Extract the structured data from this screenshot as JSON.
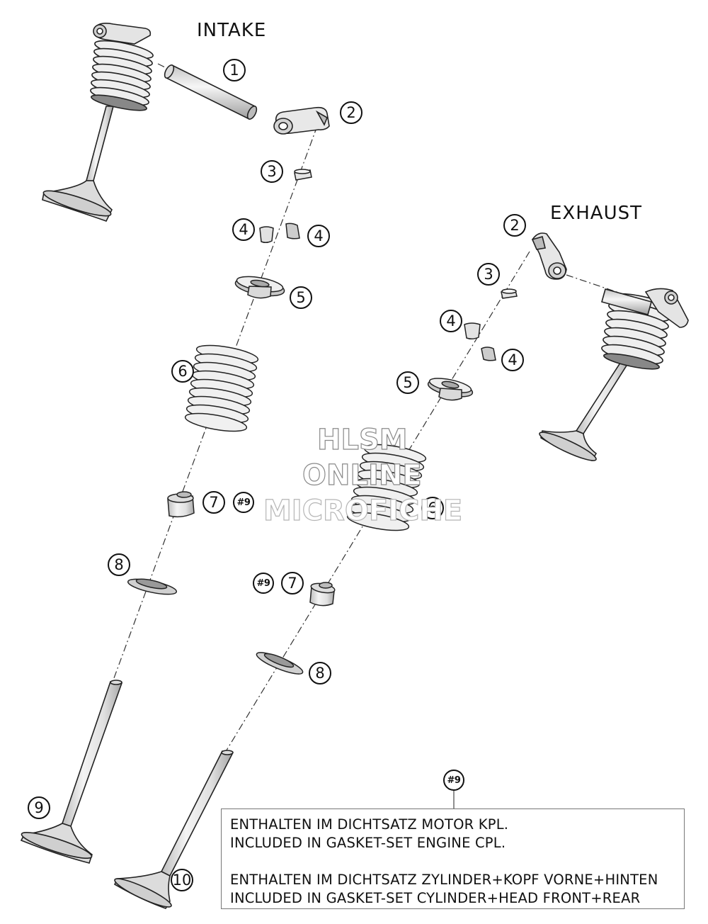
{
  "sections": {
    "intake_title": "INTAKE",
    "exhaust_title": "EXHAUST"
  },
  "callouts": {
    "intake": [
      {
        "id": "i1",
        "label": "1"
      },
      {
        "id": "i2",
        "label": "2"
      },
      {
        "id": "i3",
        "label": "3"
      },
      {
        "id": "i4a",
        "label": "4"
      },
      {
        "id": "i4b",
        "label": "4"
      },
      {
        "id": "i5",
        "label": "5"
      },
      {
        "id": "i6",
        "label": "6"
      },
      {
        "id": "i7",
        "label": "7"
      },
      {
        "id": "i7n",
        "label": "#9"
      },
      {
        "id": "i8",
        "label": "8"
      },
      {
        "id": "i9",
        "label": "9"
      }
    ],
    "exhaust": [
      {
        "id": "e2",
        "label": "2"
      },
      {
        "id": "e3",
        "label": "3"
      },
      {
        "id": "e4a",
        "label": "4"
      },
      {
        "id": "e4b",
        "label": "4"
      },
      {
        "id": "e5",
        "label": "5"
      },
      {
        "id": "e6",
        "label": "6"
      },
      {
        "id": "e7n",
        "label": "#9"
      },
      {
        "id": "e7",
        "label": "7"
      },
      {
        "id": "e8",
        "label": "8"
      },
      {
        "id": "e10",
        "label": "10"
      }
    ]
  },
  "note": {
    "ref": "#9",
    "lines": [
      "ENTHALTEN IM DICHTSATZ MOTOR KPL.",
      "INCLUDED IN GASKET-SET ENGINE CPL.",
      "ENTHALTEN IM DICHTSATZ ZYLINDER+KOPF VORNE+HINTEN",
      "INCLUDED IN GASKET-SET CYLINDER+HEAD FRONT+REAR"
    ]
  },
  "watermark": {
    "line1": "HLSM",
    "line2": "ONLINE",
    "line3": "MICROFICHE"
  },
  "colors": {
    "line": "#222222",
    "part_fill": "#eeeeee",
    "part_shade": "#c8c8c8",
    "border": "#777777"
  }
}
